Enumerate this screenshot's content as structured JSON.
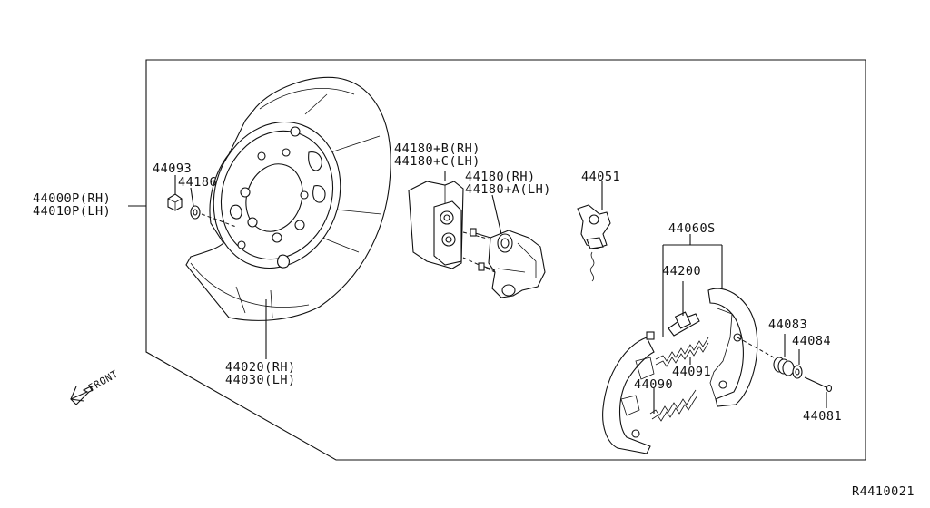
{
  "labels": {
    "backing_plate": [
      "44000P(RH)",
      "44010P(LH)"
    ],
    "nut": "44093",
    "washer": "44186",
    "caliper_bracket_outer": [
      "44180+B(RH)",
      "44180+C(LH)"
    ],
    "caliper_bracket_inner": [
      "44180(RH)",
      "44180+A(LH)"
    ],
    "adjuster_lever": "44051",
    "shoe_set": "44060S",
    "adjuster": "44200",
    "spring_upper": "44091",
    "spring_lower": "44090",
    "hold_spring": "44083",
    "hold_cup": "44084",
    "hold_pin": "44081",
    "dust_shield": [
      "44020(RH)",
      "44030(LH)"
    ],
    "front_arrow": "FRONT",
    "diagram_code": "R4410021"
  },
  "icons": {
    "front_arrow": "arrow-front-icon"
  }
}
